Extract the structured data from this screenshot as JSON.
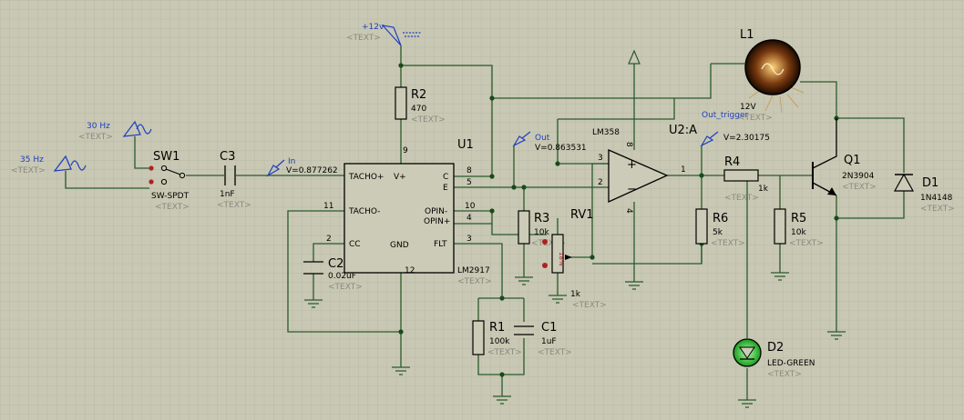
{
  "colors": {
    "background": "#c8c8b4",
    "wire": "#2a5a2a",
    "component": "#8b1a1a",
    "probe": "#1f3fbf",
    "placeholder": "#8a8a80",
    "led": "#22bb22"
  },
  "placeholder": "<TEXT>",
  "sources": {
    "s35": {
      "label": "35 Hz"
    },
    "s30": {
      "label": "30 Hz"
    },
    "supply": {
      "label": "+12v"
    }
  },
  "sw1": {
    "ref": "SW1",
    "value": "SW-SPDT"
  },
  "c3": {
    "ref": "C3",
    "value": "1nF"
  },
  "probe_in": {
    "name": "In",
    "reading": "V=0.877262"
  },
  "probe_out": {
    "name": "Out",
    "reading": "V=0.863531"
  },
  "probe_trig": {
    "name": "Out_trigger",
    "reading": "V=2.30175"
  },
  "u1": {
    "ref": "U1",
    "part": "LM2917",
    "pins": {
      "tacho_p": "TACHO+",
      "vplus": "V+",
      "c": "C",
      "e": "E",
      "tacho_m": "TACHO-",
      "opin_m": "OPIN-",
      "opin_p": "OPIN+",
      "cc": "CC",
      "gnd": "GND",
      "flt": "FLT"
    },
    "nums": {
      "n9": "9",
      "n8": "8",
      "n5": "5",
      "n10": "10",
      "n11": "11",
      "n4": "4",
      "n2": "2",
      "n3": "3",
      "n12": "12"
    }
  },
  "u2": {
    "ref": "U2:A",
    "part": "LM358",
    "nums": {
      "n3": "3",
      "n2": "2",
      "n1": "1",
      "n8": "8",
      "n4": "4"
    },
    "plus": "+",
    "minus": "−"
  },
  "r2": {
    "ref": "R2",
    "value": "470"
  },
  "r3": {
    "ref": "R3",
    "value": "10k"
  },
  "rv1": {
    "ref": "RV1",
    "value": "1k",
    "wiper": "18%"
  },
  "r4": {
    "ref": "R4",
    "value": "1k"
  },
  "r5": {
    "ref": "R5",
    "value": "10k"
  },
  "r6": {
    "ref": "R6",
    "value": "5k"
  },
  "r1": {
    "ref": "R1",
    "value": "100k"
  },
  "c1": {
    "ref": "C1",
    "value": "1uF"
  },
  "c2": {
    "ref": "C2",
    "value": "0.02uF"
  },
  "q1": {
    "ref": "Q1",
    "value": "2N3904"
  },
  "d1": {
    "ref": "D1",
    "value": "1N4148"
  },
  "d2": {
    "ref": "D2",
    "value": "LED-GREEN"
  },
  "l1": {
    "ref": "L1",
    "value": "12V"
  }
}
